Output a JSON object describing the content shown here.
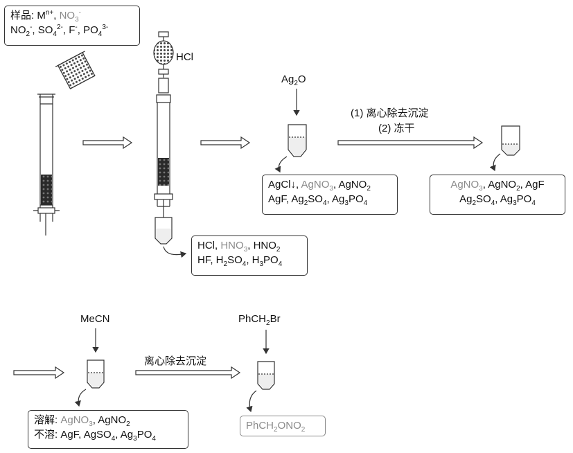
{
  "sample_box": {
    "line1": {
      "prefix": "样品: M",
      "sup1": "n+",
      "sep": ", ",
      "gray_pre": "NO",
      "gray_sub": "3",
      "gray_sup": "-"
    },
    "line2": {
      "a": "NO",
      "a_sub": "2",
      "a_sup": "-",
      "b_sep": ", SO",
      "b_sub": "4",
      "b_sup": "2-",
      "c_sep": ", F",
      "c_sup": "-",
      "d_sep": ", PO",
      "d_sub": "4",
      "d_sup": "3-"
    }
  },
  "hcl_label": "HCl",
  "acid_box": {
    "line1": {
      "a": "HCl, ",
      "gray": "HNO",
      "gray_sub": "3",
      "b": ", HNO",
      "b_sub": "2"
    },
    "line2": {
      "a": "HF, H",
      "a_sub": "2",
      "b": "SO",
      "b_sub": "4",
      "c": ", H",
      "c_sub": "3",
      "d": "PO",
      "d_sub": "4"
    }
  },
  "ag2o_label": {
    "a": "Ag",
    "a_sub": "2",
    "b": "O"
  },
  "step_labels": {
    "step1": "(1) 离心除去沉淀",
    "step2": "(2) 冻干"
  },
  "precip_box": {
    "line1": {
      "a": "AgCl",
      "arrow": "↓",
      "sep": ", ",
      "gray": "AgNO",
      "gray_sub": "3",
      "b": ", AgNO",
      "b_sub": "2"
    },
    "line2": {
      "a": "AgF, Ag",
      "a_sub": "2",
      "b": "SO",
      "b_sub": "4",
      "c": ", Ag",
      "c_sub": "3",
      "d": "PO",
      "d_sub": "4"
    }
  },
  "freeze_box": {
    "line1": {
      "gray": "AgNO",
      "gray_sub": "3",
      "a": ", AgNO",
      "a_sub": "2",
      "b": ", AgF"
    },
    "line2": {
      "a": "Ag",
      "a_sub": "2",
      "b": "SO",
      "b_sub": "4",
      "c": ", Ag",
      "c_sub": "3",
      "d": "PO",
      "d_sub": "4"
    }
  },
  "mecn_label": "MeCN",
  "centrifuge_label": "离心除去沉淀",
  "bnbr_label": {
    "a": "PhCH",
    "a_sub": "2",
    "b": "Br"
  },
  "solubility_box": {
    "line1": {
      "a": "溶解: ",
      "gray": "AgNO",
      "gray_sub": "3",
      "b": ", AgNO",
      "b_sub": "2"
    },
    "line2": {
      "a": "不溶: AgF, AgSO",
      "a_sub": "4",
      "b": ", Ag",
      "b_sub": "3",
      "c": "PO",
      "c_sub": "4"
    }
  },
  "product_box": {
    "a": "PhCH",
    "a_sub": "2",
    "b": "ONO",
    "b_sub": "2"
  },
  "colors": {
    "stroke": "#333333",
    "muted_text": "#8a8a8a",
    "resin": "#2a2a2a"
  }
}
